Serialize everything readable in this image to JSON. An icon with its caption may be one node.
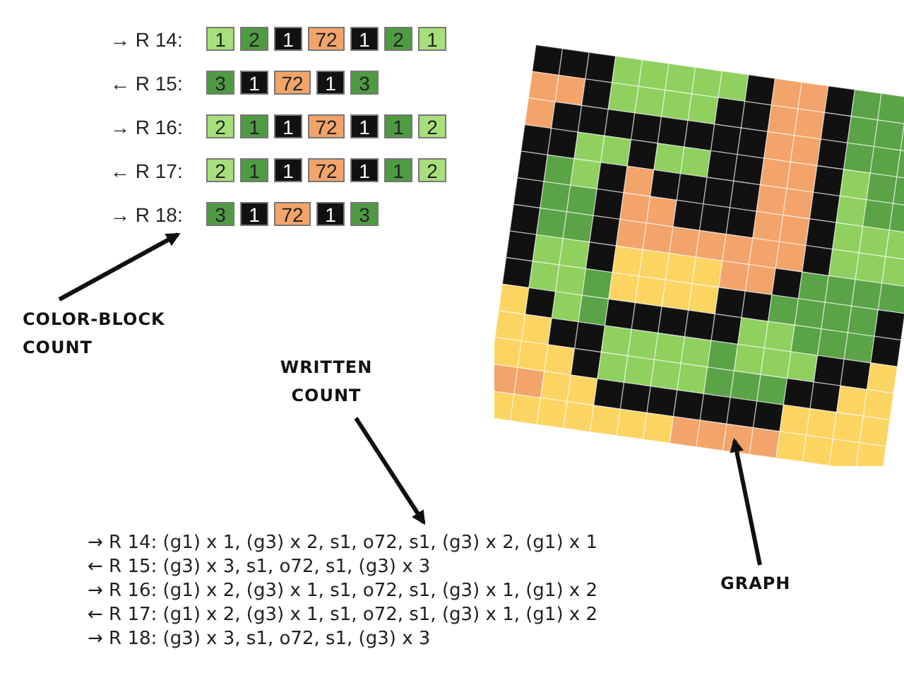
{
  "diagram": {
    "nodes": [
      {
        "text": [],
        "shape": "box"
      },
      {
        "text": [
          "COLOR-BLOCK COUNT"
        ]
      },
      {
        "text": [
          "WRITTEN COUNT"
        ]
      },
      {
        "text": [],
        "shape": "picture"
      },
      {
        "text": [],
        "shape": "box"
      },
      {
        "text": [
          "GRAPH"
        ]
      }
    ],
    "edges": [
      {
        "from": 1,
        "to": 0,
        "arrow": "to"
      },
      {
        "from": 2,
        "to": 4,
        "arrow": "to"
      },
      {
        "from": 5,
        "to": 3,
        "arrow": "to"
      }
    ],
    "labels": [
      "→ R 14:",
      "1",
      "2",
      "1",
      "72",
      "1",
      "2",
      "1",
      "← R 15:",
      "3",
      "1",
      "72",
      "1",
      "3",
      "→ R 16:",
      "2",
      "1",
      "1",
      "72",
      "1",
      "1",
      "2",
      "← R 17:",
      "2",
      "1",
      "1",
      "72",
      "1",
      "1",
      "2",
      "→ R 18:",
      "3",
      "1",
      "72",
      "1",
      "3",
      "→ R 14: (g1) x 1, (g3) x 2, s1, o72, s1, (g3) x 2, (g1) x 1",
      "← R 15: (g3) x 3, s1, o72, s1, (g3) x 3",
      "→ R 16: (g1) x 2, (g3) x 1, s1, o72, s1, (g3) x 1, (g1) x 2",
      "← R 17: (g1) x 2, (g3) x 1, s1, o72, s1, (g3) x 1, (g1) x 2",
      "→ R 18: (g3) x 3, s1, o72, s1, (g3) x 3"
    ]
  }
}
